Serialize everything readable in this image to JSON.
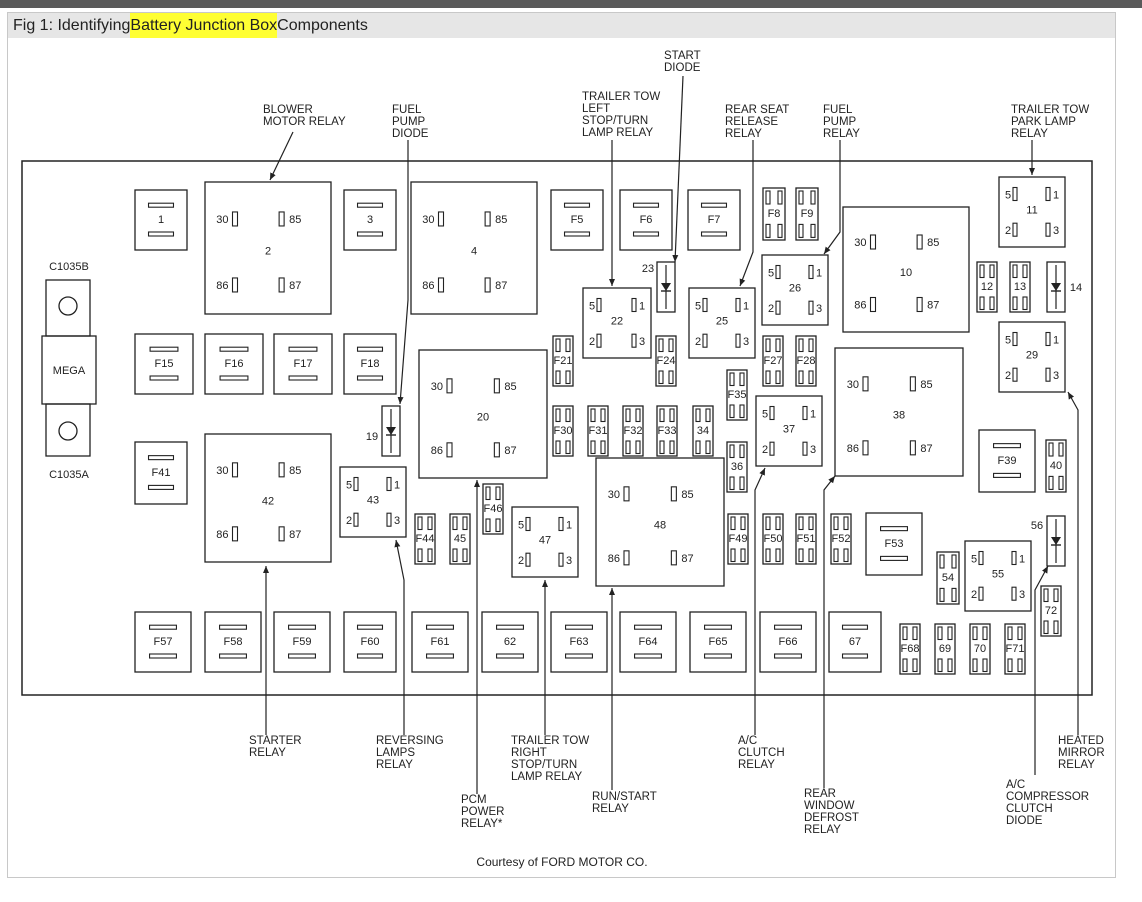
{
  "caption": {
    "prefix": "Fig 1: Identifying ",
    "highlight": "Battery Junction Box",
    "suffix": " Components"
  },
  "credit": "Courtesy of FORD MOTOR CO.",
  "mega": {
    "label": "MEGA",
    "top_connector": "C1035B",
    "bottom_connector": "C1035A"
  },
  "pins": {
    "p30": "30",
    "p85": "85",
    "p86": "86",
    "p87": "87",
    "p1": "1",
    "p2": "2",
    "p3": "3",
    "p5": "5"
  },
  "fuses": {
    "f1": "1",
    "f3": "3",
    "f5": "F5",
    "f6": "F6",
    "f7": "F7",
    "f8": "F8",
    "f9": "F9",
    "f12": "12",
    "f13": "13",
    "f15": "F15",
    "f16": "F16",
    "f17": "F17",
    "f18": "F18",
    "f21": "F21",
    "f24": "F24",
    "f27": "F27",
    "f28": "F28",
    "f30": "F30",
    "f31": "F31",
    "f32": "F32",
    "f33": "F33",
    "f34": "34",
    "f35": "F35",
    "f36": "36",
    "f39": "F39",
    "f40": "40",
    "f41": "F41",
    "f44": "F44",
    "f45": "45",
    "f46": "F46",
    "f49": "F49",
    "f50": "F50",
    "f51": "F51",
    "f52": "F52",
    "f53": "F53",
    "f54": "54",
    "f57": "F57",
    "f58": "F58",
    "f59": "F59",
    "f60": "F60",
    "f61": "F61",
    "f62": "62",
    "f63": "F63",
    "f64": "F64",
    "f65": "F65",
    "f66": "F66",
    "f67": "67",
    "f68": "F68",
    "f69": "69",
    "f70": "70",
    "f71": "F71",
    "f72": "72"
  },
  "relays": {
    "r2": "2",
    "r4": "4",
    "r10": "10",
    "r11": "11",
    "r20": "20",
    "r22": "22",
    "r25": "25",
    "r26": "26",
    "r29": "29",
    "r37": "37",
    "r38": "38",
    "r42": "42",
    "r43": "43",
    "r47": "47",
    "r48": "48",
    "r55": "55"
  },
  "diodes": {
    "d14": "14",
    "d19": "19",
    "d23": "23",
    "d56": "56"
  },
  "callouts": {
    "blower_motor_relay": [
      "BLOWER",
      "MOTOR RELAY"
    ],
    "fuel_pump_diode": [
      "FUEL",
      "PUMP",
      "DIODE"
    ],
    "trailer_tow_left": [
      "TRAILER TOW",
      "LEFT",
      "STOP/TURN",
      "LAMP RELAY"
    ],
    "start_diode": [
      "START",
      "DIODE"
    ],
    "rear_seat_release": [
      "REAR SEAT",
      "RELEASE",
      "RELAY"
    ],
    "fuel_pump_relay": [
      "FUEL",
      "PUMP",
      "RELAY"
    ],
    "trailer_tow_park": [
      "TRAILER TOW",
      "PARK LAMP",
      "RELAY"
    ],
    "starter_relay": [
      "STARTER",
      "RELAY"
    ],
    "reversing_lamps": [
      "REVERSING",
      "LAMPS",
      "RELAY"
    ],
    "pcm_power_relay": [
      "PCM",
      "POWER",
      "RELAY*"
    ],
    "trailer_tow_right": [
      "TRAILER TOW",
      "RIGHT",
      "STOP/TURN",
      "LAMP RELAY"
    ],
    "run_start_relay": [
      "RUN/START",
      "RELAY"
    ],
    "ac_clutch_relay": [
      "A/C",
      "CLUTCH",
      "RELAY"
    ],
    "rear_window_defrost": [
      "REAR",
      "WINDOW",
      "DEFROST",
      "RELAY"
    ],
    "ac_compressor_diode": [
      "A/C",
      "COMPRESSOR",
      "CLUTCH",
      "DIODE"
    ],
    "heated_mirror_relay": [
      "HEATED",
      "MIRROR",
      "RELAY"
    ]
  }
}
